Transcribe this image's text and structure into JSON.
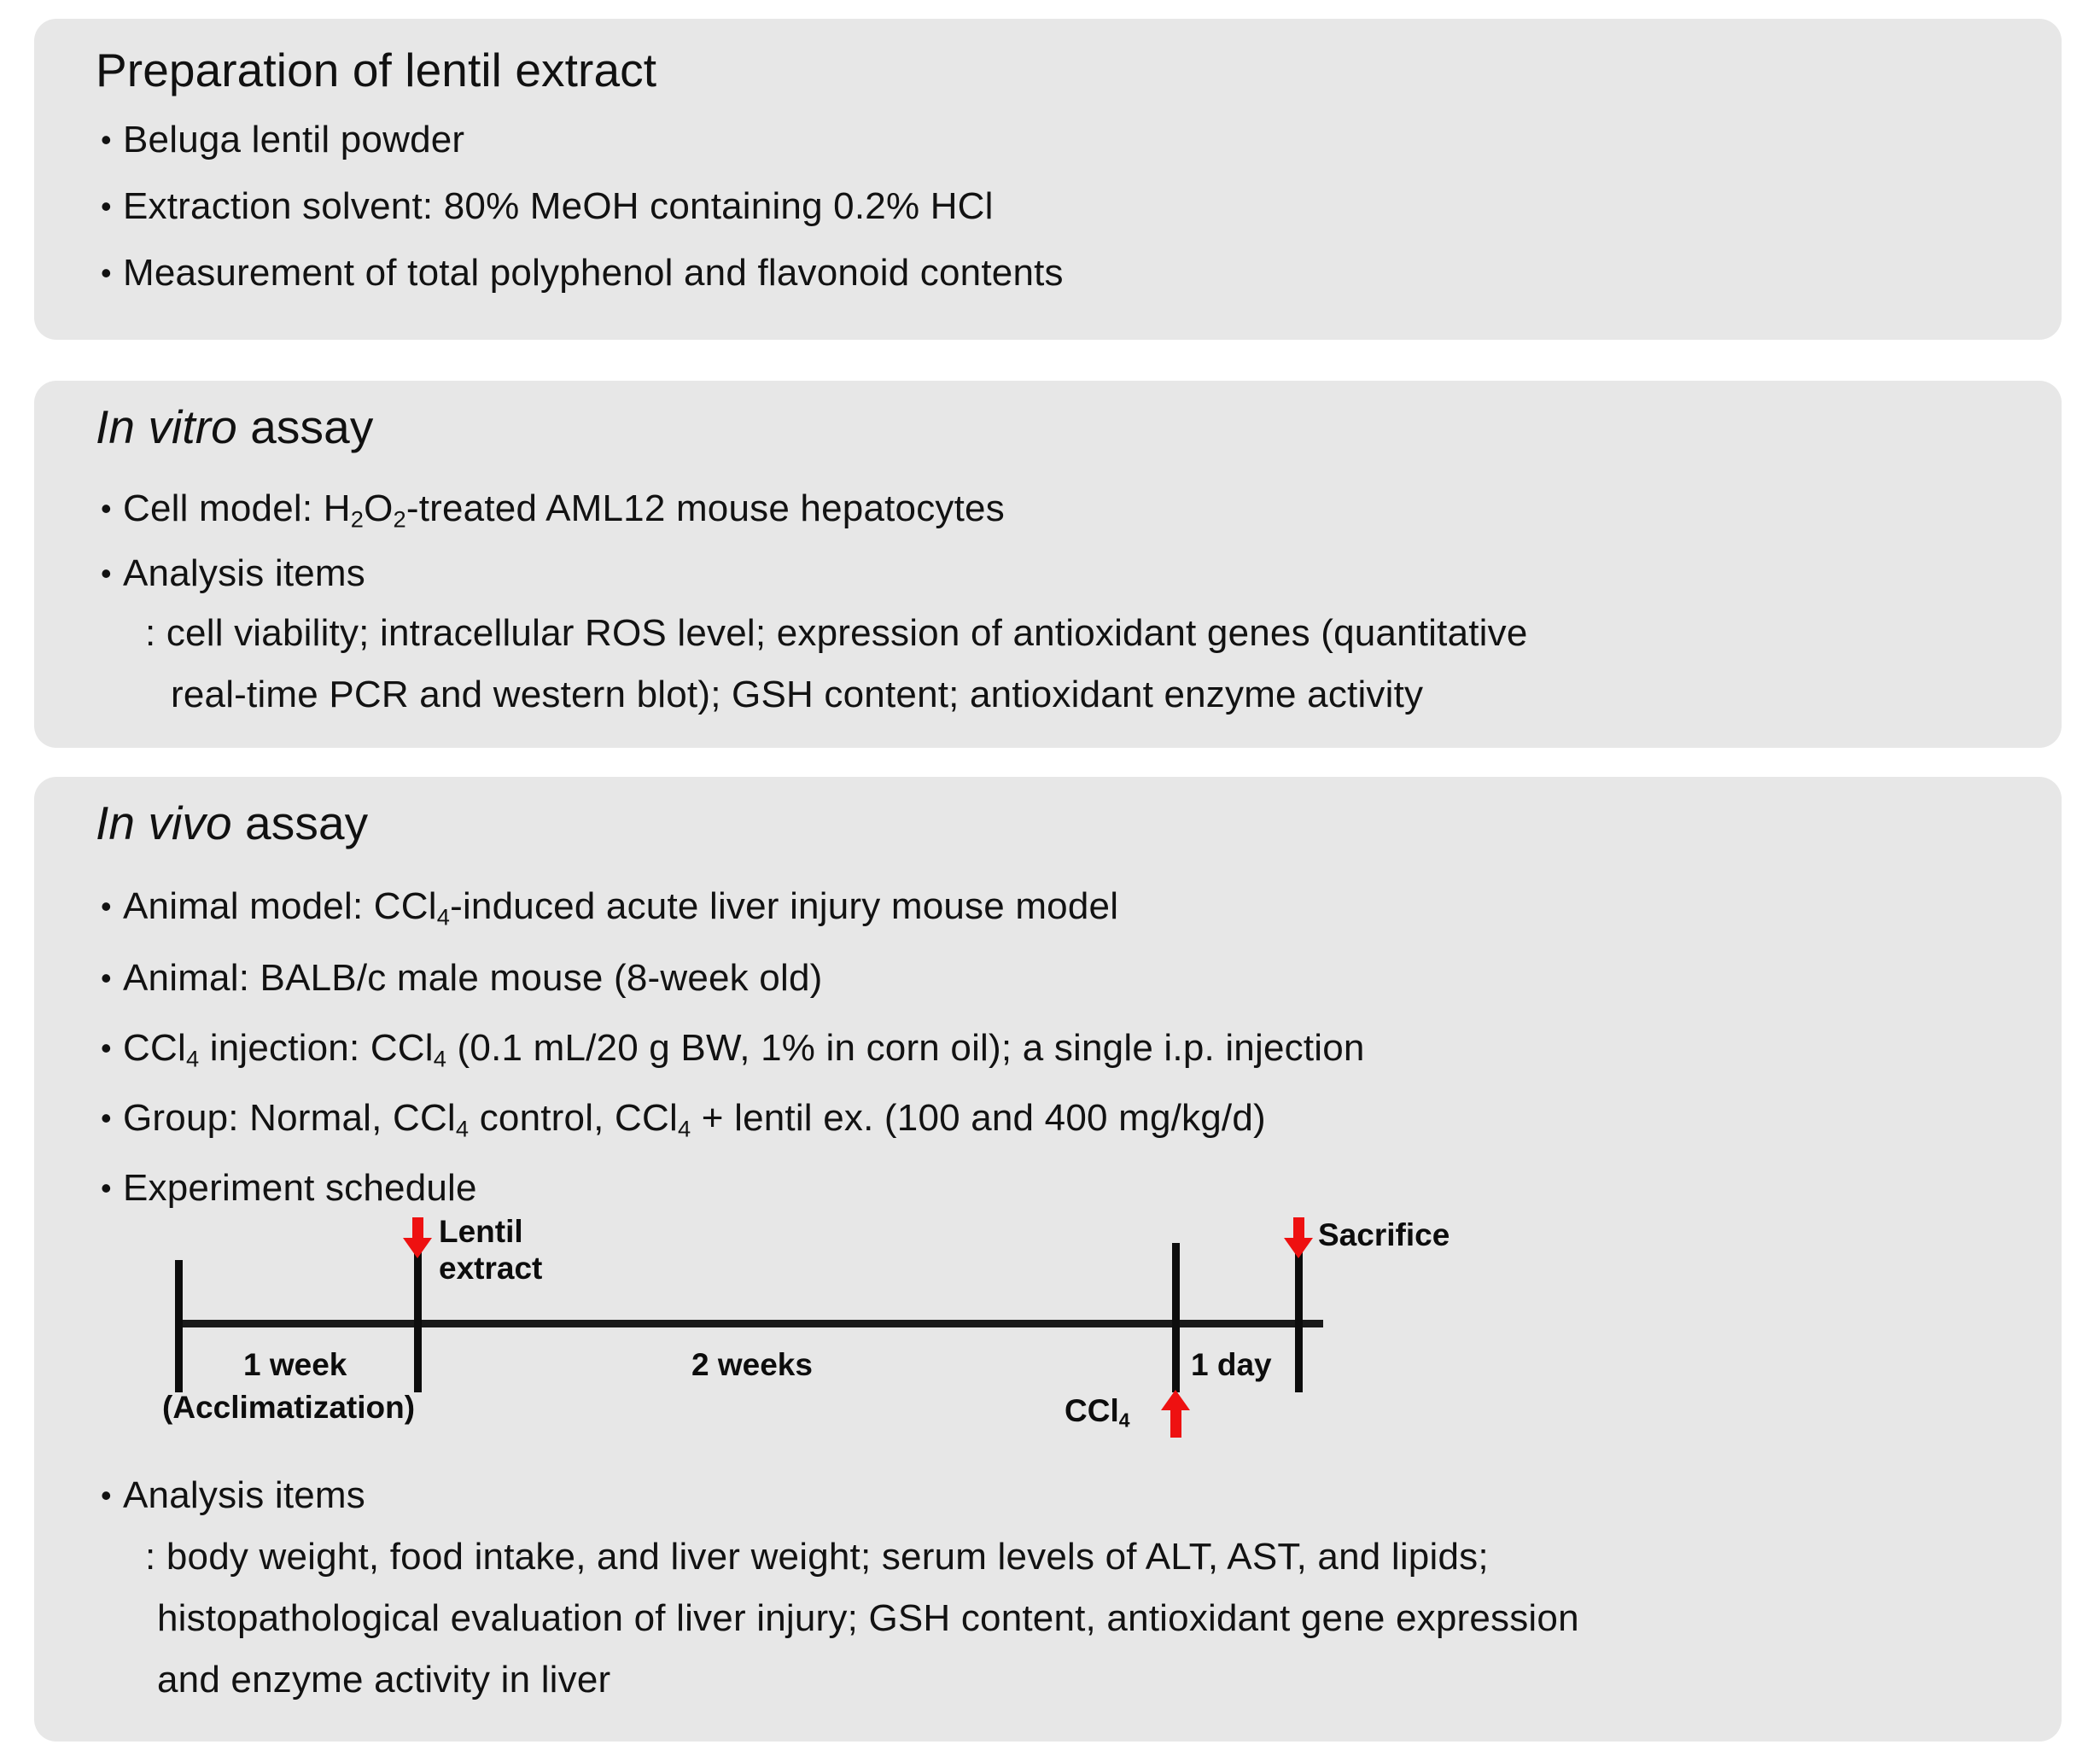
{
  "figure": {
    "type": "experimental-design-flow-diagram",
    "panel_bg": "#e7e7e7",
    "page_bg": "#ffffff",
    "arrow_color": "#ee1111"
  },
  "panels": [
    {
      "id": "preparation",
      "title": "Preparation of lentil extract",
      "title_italic_prefix": "",
      "bullets": [
        "Beluga lentil powder",
        "Extraction solvent: 80% MeOH containing 0.2% HCl",
        "Measurement of total polyphenol and flavonoid contents"
      ]
    },
    {
      "id": "in-vitro",
      "title_italic_prefix": "In vitro",
      "title_rest": " assay",
      "bullets": [
        {
          "text_pre": "Cell model: H",
          "sub1": "2",
          "text_mid": "O",
          "sub2": "2",
          "text_post": "-treated AML12 mouse hepatocytes"
        },
        {
          "text": "Analysis items"
        }
      ],
      "sub_lines": [
        ": cell viability; intracellular ROS level; expression of antioxidant genes (quantitative",
        "real-time PCR and western blot); GSH content; antioxidant enzyme activity"
      ]
    },
    {
      "id": "in-vivo",
      "title_italic_prefix": "In vivo",
      "title_rest": " assay",
      "bullets": [
        {
          "pre": "Animal model: CCl",
          "sub": "4",
          "post": "-induced acute liver injury mouse model"
        },
        {
          "pre": "Animal: BALB/c male mouse (8-week old)",
          "sub": "",
          "post": ""
        },
        {
          "pre": "CCl",
          "sub": "4",
          "post": " injection:  CCl",
          "sub_b": "4",
          "post_b": " (0.1 mL/20 g BW, 1% in corn oil); a single i.p. injection"
        },
        {
          "pre": "Group: Normal, CCl",
          "sub": "4",
          "post": " control, CCl",
          "sub_b": "4",
          "post_b": " + lentil ex. (100 and 400 mg/kg/d)"
        },
        {
          "pre": "Experiment schedule",
          "sub": "",
          "post": ""
        },
        {
          "pre": "Analysis items",
          "sub": "",
          "post": ""
        }
      ],
      "sub_lines": [
        ": body weight, food intake, and liver weight; serum levels of ALT, AST, and lipids;",
        "histopathological evaluation of liver injury; GSH content, antioxidant gene expression",
        "and enzyme activity in liver"
      ]
    }
  ],
  "timeline": {
    "labels": {
      "lentil_line1": "Lentil",
      "lentil_line2": "extract",
      "sacrifice": "Sacrifice",
      "ccl4_pre": "CCl",
      "ccl4_sub": "4",
      "week1": "1 week",
      "acclimatization": "(Acclimatization)",
      "weeks2": "2 weeks",
      "day1": "1 day"
    },
    "events": [
      "Lentil extract",
      "CCl4",
      "Sacrifice"
    ],
    "durations": [
      "1 week",
      "2 weeks",
      "1 day"
    ]
  }
}
